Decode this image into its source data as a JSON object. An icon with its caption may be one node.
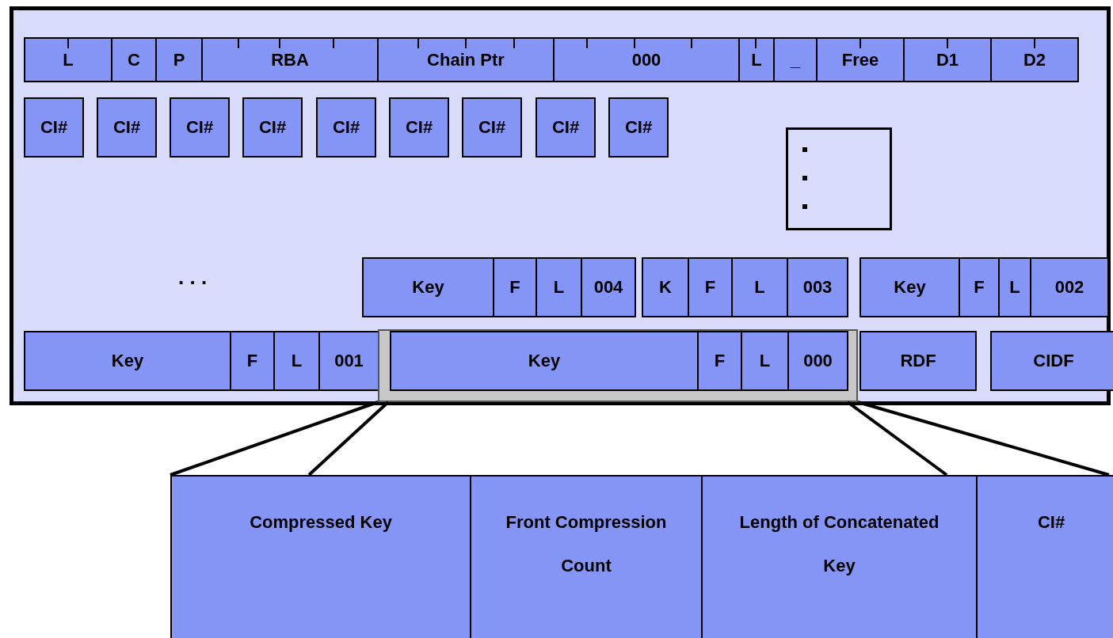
{
  "diagram": {
    "nodes": [
      {
        "text": [],
        "shape": "box"
      },
      {
        "text": [
          "L"
        ],
        "in": 0
      },
      {
        "text": [
          "C"
        ],
        "in": 0
      },
      {
        "text": [
          "P"
        ],
        "in": 0
      },
      {
        "text": [
          "RBA"
        ],
        "in": 0
      },
      {
        "text": [
          "Chain Ptr"
        ],
        "in": 0
      },
      {
        "text": [
          "000"
        ],
        "in": 0
      },
      {
        "text": [
          "L"
        ],
        "in": 0
      },
      {
        "text": [
          "_"
        ],
        "in": 0
      },
      {
        "text": [
          "Free"
        ],
        "in": 0
      },
      {
        "text": [
          "D1"
        ],
        "in": 0
      },
      {
        "text": [
          "D2"
        ],
        "in": 0
      },
      {
        "text": [
          "CI#"
        ],
        "in": 0
      },
      {
        "text": [
          "CI#"
        ],
        "in": 0
      },
      {
        "text": [
          "CI#"
        ],
        "in": 0
      },
      {
        "text": [
          "CI#"
        ],
        "in": 0
      },
      {
        "text": [
          "CI#"
        ],
        "in": 0
      },
      {
        "text": [
          "CI#"
        ],
        "in": 0
      },
      {
        "text": [
          "CI#"
        ],
        "in": 0
      },
      {
        "text": [
          "CI#"
        ],
        "in": 0
      },
      {
        "text": [
          "CI#"
        ],
        "in": 0
      },
      {
        "text": [],
        "shape": "box",
        "in": 0
      },
      {
        "text": [
          "Key"
        ],
        "in": 0
      },
      {
        "text": [
          "F"
        ],
        "in": 0
      },
      {
        "text": [
          "L"
        ],
        "in": 0
      },
      {
        "text": [
          "004"
        ],
        "in": 0
      },
      {
        "text": [
          "K"
        ],
        "in": 0
      },
      {
        "text": [
          "F"
        ],
        "in": 0
      },
      {
        "text": [
          "L"
        ],
        "in": 0
      },
      {
        "text": [
          "003"
        ],
        "in": 0
      },
      {
        "text": [
          "Key"
        ],
        "in": 0
      },
      {
        "text": [
          "F"
        ],
        "in": 0
      },
      {
        "text": [
          "L"
        ],
        "in": 0
      },
      {
        "text": [
          "002"
        ],
        "in": 0
      },
      {
        "text": [
          "Key"
        ],
        "in": 0
      },
      {
        "text": [
          "F"
        ],
        "in": 0
      },
      {
        "text": [
          "L"
        ],
        "in": 0
      },
      {
        "text": [
          "001"
        ],
        "in": 0
      },
      {
        "text": [],
        "shape": "box",
        "in": 0
      },
      {
        "text": [
          "Key"
        ],
        "in": 38
      },
      {
        "text": [
          "F"
        ],
        "in": 38
      },
      {
        "text": [
          "L"
        ],
        "in": 38
      },
      {
        "text": [
          "000"
        ],
        "in": 38
      },
      {
        "text": [
          "RDF"
        ],
        "in": 0
      },
      {
        "text": [
          "CIDF"
        ],
        "in": 0
      },
      {
        "text": [],
        "shape": "box"
      },
      {
        "text": [
          "Compressed  Key"
        ],
        "in": 45
      },
      {
        "text": [
          "Front Compression Count"
        ],
        "in": 45
      },
      {
        "text": [
          "Length of Concatenated Key"
        ],
        "in": 45
      },
      {
        "text": [
          "CI#"
        ],
        "in": 45
      }
    ],
    "edges": [
      {
        "from": 38,
        "to": 45,
        "arrow": "none"
      },
      {
        "from": 38,
        "to": 45,
        "arrow": "none"
      },
      {
        "from": 38,
        "to": 45,
        "arrow": "none"
      },
      {
        "from": 38,
        "to": 45,
        "arrow": "none"
      }
    ],
    "labels": [
      ". . ."
    ]
  }
}
